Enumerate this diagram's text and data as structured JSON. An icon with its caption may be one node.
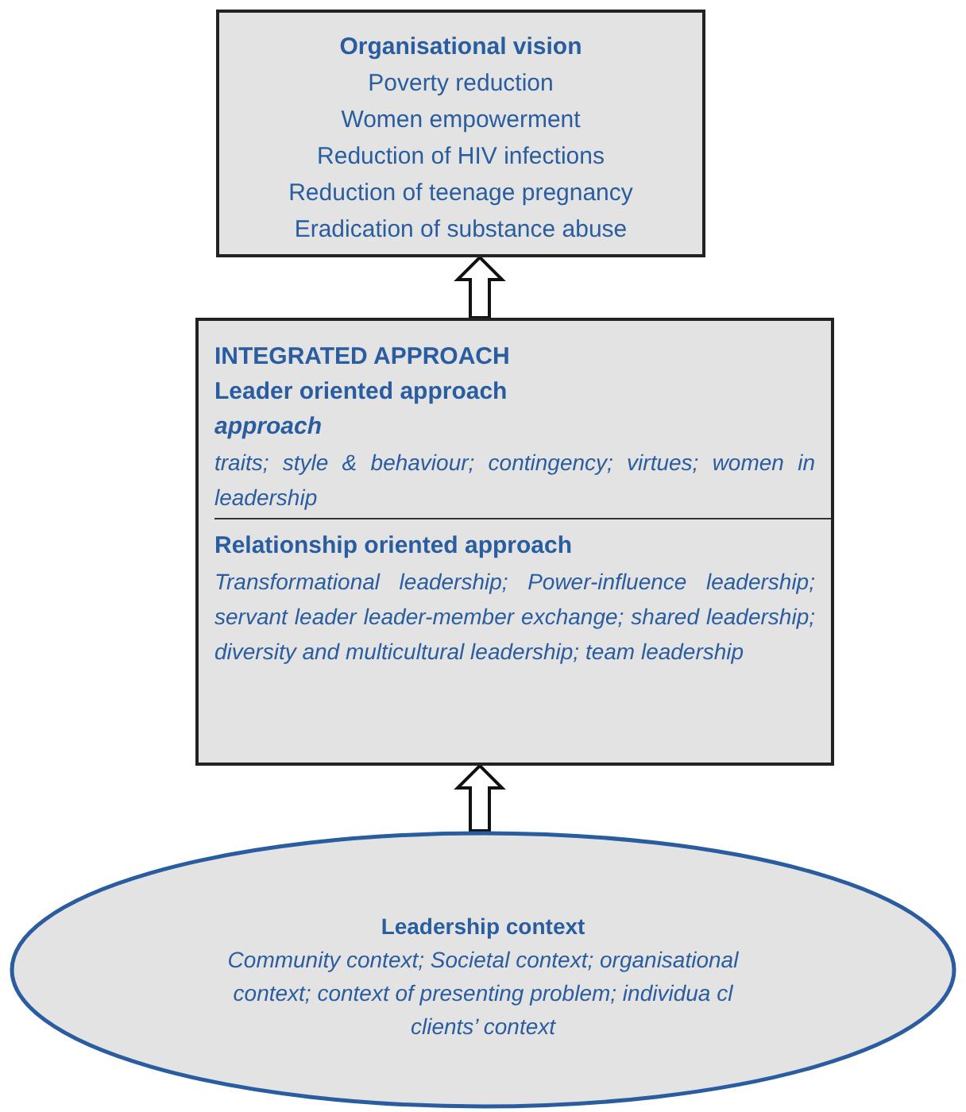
{
  "diagram": {
    "nodes": [
      {
        "text": [
          "Organisational vision",
          "Poverty reduction",
          "Women empowerment",
          "Reduction of HIV infections",
          "Reduction of teenage pregnancy",
          "Eradication of substance abuse"
        ]
      },
      {
        "text": [
          "INTEGRATED APPROACH",
          "Leader oriented approach",
          "approach",
          "traits; style & behaviour; contingency; virtues; women in leadership",
          "Relationship oriented approach",
          "Transformational leadership; Power-influence leadership; servant leader leader-member exchange; shared leadership; diversity and multicultural leadership; team leadership"
        ]
      },
      {
        "text": [
          "Leadership context",
          "Community context; Societal context; organisational context; context of presenting problem; individua cl clients’ context"
        ]
      }
    ],
    "edges": [
      {
        "from": 2,
        "to": 1,
        "arrow": "to"
      },
      {
        "from": 1,
        "to": 0,
        "arrow": "to"
      }
    ]
  }
}
